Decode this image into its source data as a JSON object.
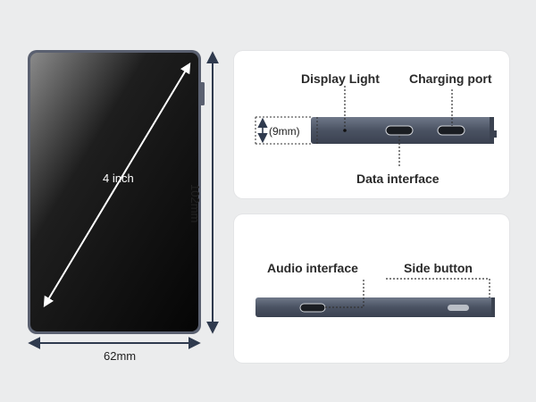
{
  "device": {
    "screen_size": "4 inch",
    "width": "62mm",
    "height": "102mm",
    "thickness": "(9mm)"
  },
  "top_panel": {
    "labels": {
      "display_light": "Display Light",
      "charging_port": "Charging port",
      "data_interface": "Data interface"
    }
  },
  "bottom_panel": {
    "labels": {
      "audio_interface": "Audio interface",
      "side_button": "Side button"
    }
  },
  "colors": {
    "background": "#ebeced",
    "card": "#ffffff",
    "device_body": "#4a5262",
    "screen": "#0d0d0d",
    "arrow": "#2f3a4e"
  }
}
